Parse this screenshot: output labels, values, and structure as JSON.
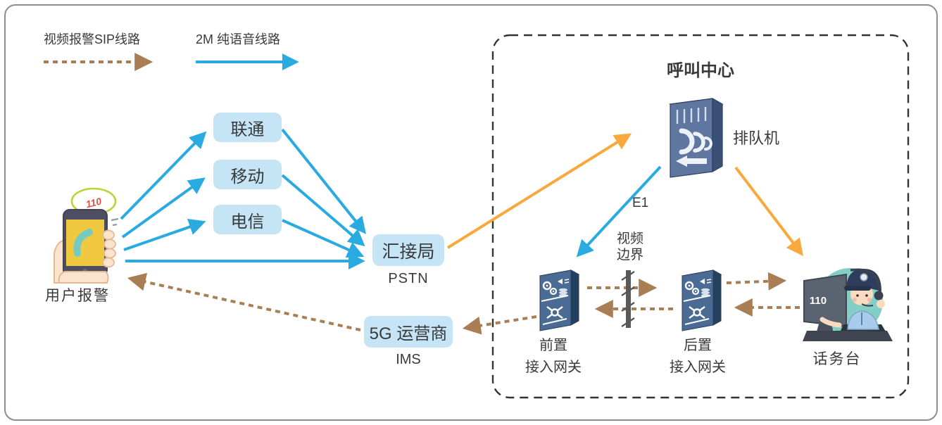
{
  "colors": {
    "sip_line": "#a97e55",
    "voice_line": "#29abe2",
    "routing_line": "#f9a93c",
    "node_box_fill": "#c5e5f6",
    "text": "#3a3a3a",
    "device_front": "#5e76a0",
    "device_side": "#3a5076",
    "barrier": "#595959"
  },
  "legend": {
    "sip_label": "视频报警SIP线路",
    "voice_label": "2M 纯语音线路"
  },
  "caller": {
    "label": "用户报警",
    "bubble_text": "110"
  },
  "operators": [
    {
      "label": "联通"
    },
    {
      "label": "移动"
    },
    {
      "label": "电信"
    }
  ],
  "tandem": {
    "label": "汇接局",
    "sublabel": "PSTN"
  },
  "carrier_5g": {
    "label": "5G 运营商",
    "sublabel": "IMS"
  },
  "call_center": {
    "title": "呼叫中心",
    "e1_label": "E1"
  },
  "queue_machine": {
    "label": "排队机"
  },
  "video_border": {
    "line1": "视频",
    "line2": "边界"
  },
  "front_gateway": {
    "line1": "前置",
    "line2": "接入网关"
  },
  "rear_gateway": {
    "line1": "后置",
    "line2": "接入网关"
  },
  "console": {
    "label": "话务台",
    "screen_text": "110"
  },
  "icons": {
    "caller": "hand-holding-phone-icon",
    "queue_machine": "queue-server-icon",
    "gateways": "media-gateway-icon",
    "console": "police-operator-icon",
    "barrier": "video-border-barrier-icon"
  }
}
